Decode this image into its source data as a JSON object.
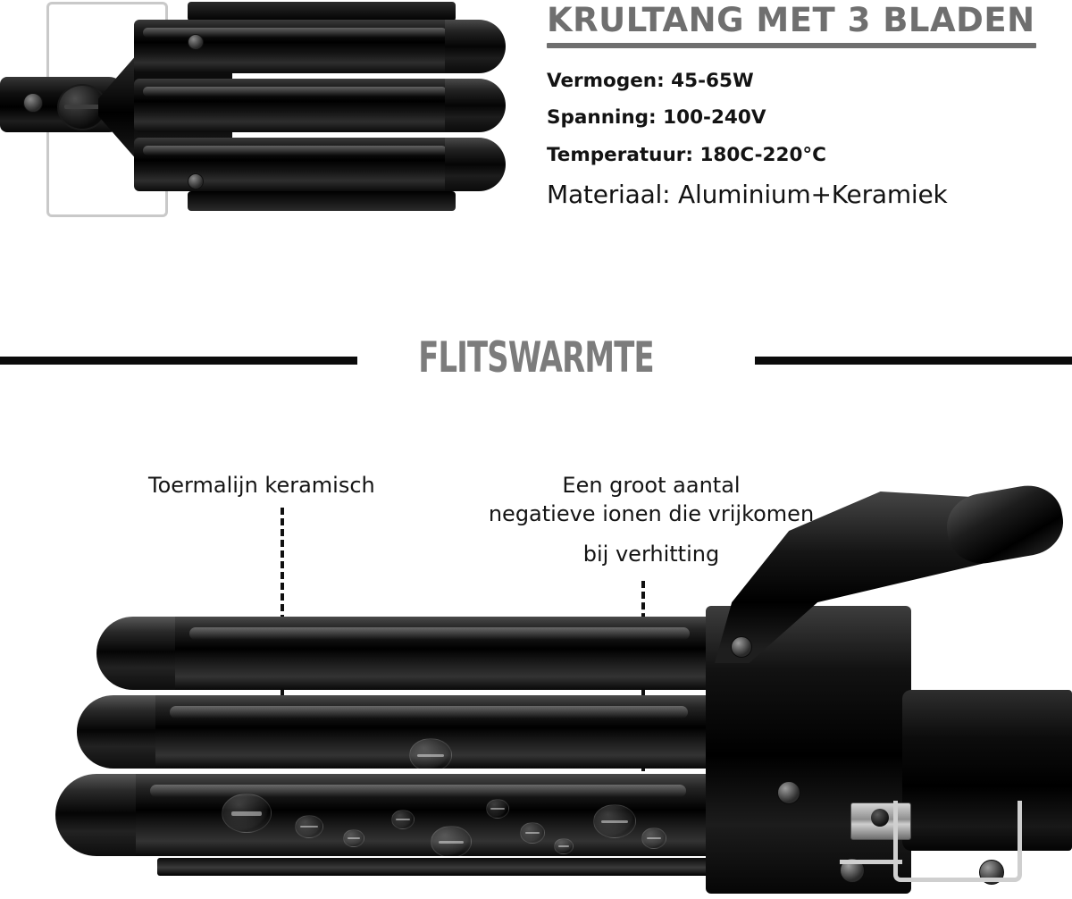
{
  "spec_panel": {
    "title": "KRULTANG MET 3 BLADEN",
    "specs": [
      {
        "label": "Vermogen: 45-65W"
      },
      {
        "label": "Spanning: 100-240V"
      },
      {
        "label": "Temperatuur: 180C-220°C"
      }
    ],
    "material": "Materiaal: Aluminium+Keramiek"
  },
  "divider": {
    "section_title": "FLITSWARMTE"
  },
  "annotations": {
    "left": "Toermalijn keramisch",
    "right_line1": "Een groot aantal",
    "right_line2": "negatieve ionen die vrijkomen",
    "right_line3": "bij verhitting"
  },
  "colors": {
    "title_gray": "#6f6f6f",
    "section_gray": "#7c7c7c",
    "rule_black": "#0b0b0b",
    "body_text": "#131313",
    "background": "#ffffff",
    "product_black": "#000000",
    "chrome": "#cfcfcf"
  }
}
